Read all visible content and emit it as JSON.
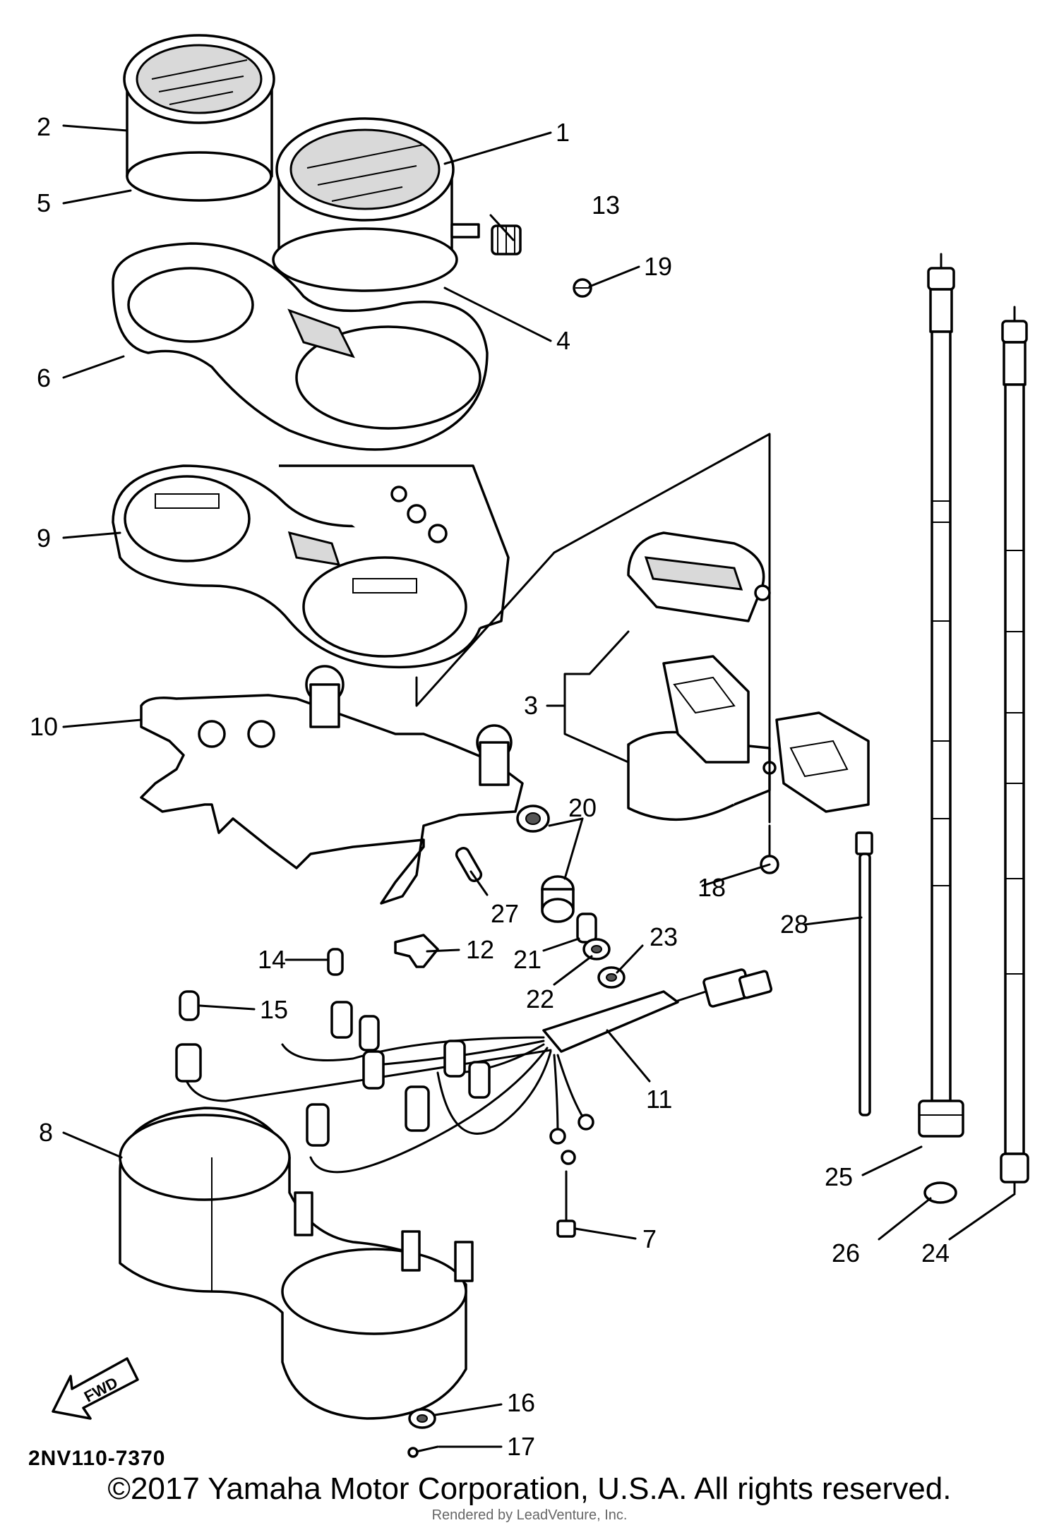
{
  "callouts": [
    "1",
    "2",
    "3",
    "4",
    "5",
    "6",
    "7",
    "8",
    "9",
    "10",
    "11",
    "12",
    "13",
    "14",
    "15",
    "16",
    "17",
    "18",
    "19",
    "20",
    "21",
    "22",
    "23",
    "24",
    "25",
    "26",
    "27",
    "28"
  ],
  "diagram_code": "2NV110-7370",
  "fwd_label": "FWD",
  "copyright": "©2017 Yamaha Motor Corporation, U.S.A. All rights reserved.",
  "watermark": "Rendered by LeadVenture, Inc."
}
